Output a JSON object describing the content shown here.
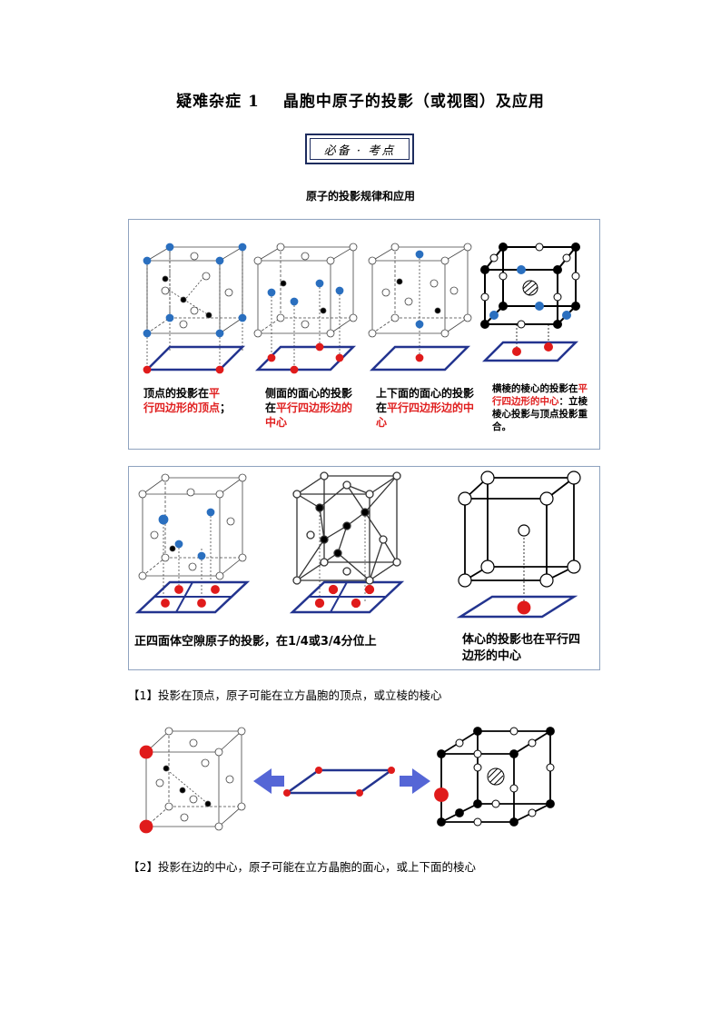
{
  "title": {
    "part1": "疑难杂症 1",
    "part2": "晶胞中原子的投影（或视图）及应用"
  },
  "badge": "必备 · 考点",
  "subtitle": "原子的投影规律和应用",
  "panel1": {
    "cap1": {
      "a": "顶点的投影在",
      "b": "平",
      "c": "行四边形的顶点",
      "d": "；"
    },
    "cap2": {
      "a": "侧面的面心的投影在",
      "b": "平行四边形边的中心"
    },
    "cap3": {
      "a": "上下面的面心的投影在",
      "b": "平行四边形边的中心"
    },
    "cap4": {
      "a": "横棱的棱心的投影在",
      "b": "平行四边形的中心",
      "c": "：立棱棱心投影与顶点投影重合。"
    }
  },
  "panel2": {
    "cap1": "正四面体空隙原子的投影，在1/4或3/4分位上",
    "cap2": "体心的投影也在平行四边形的中心"
  },
  "notes": {
    "n1": "【1】投影在顶点，原子可能在立方晶胞的顶点，或立棱的棱心",
    "n2": "【2】投影在边的中心，原子可能在立方晶胞的面心，或上下面的棱心"
  },
  "colors": {
    "blue_atom": "#2a6fbf",
    "red_atom": "#e01b1b",
    "frame": "#23348f",
    "arrow": "#5566d6"
  }
}
